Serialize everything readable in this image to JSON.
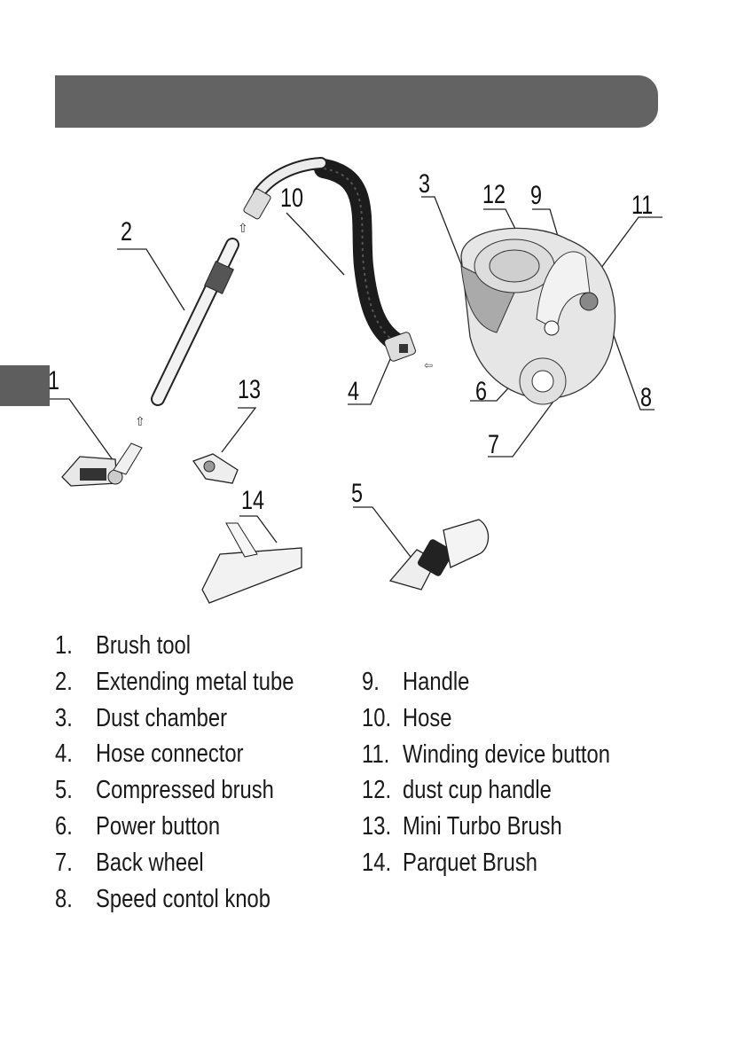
{
  "page": {
    "header_bar_color": "#636363",
    "side_tab_color": "#5e5e5e"
  },
  "callouts": [
    "1",
    "2",
    "3",
    "4",
    "5",
    "6",
    "7",
    "8",
    "9",
    "10",
    "11",
    "12",
    "13",
    "14"
  ],
  "legend": {
    "left": [
      {
        "num": "1.",
        "label": "Brush tool"
      },
      {
        "num": "2.",
        "label": "Extending metal tube"
      },
      {
        "num": "3.",
        "label": "Dust chamber"
      },
      {
        "num": "4.",
        "label": "Hose connector"
      },
      {
        "num": "5.",
        "label": "Compressed brush"
      },
      {
        "num": "6.",
        "label": "Power button"
      },
      {
        "num": "7.",
        "label": "Back wheel"
      },
      {
        "num": "8.",
        "label": "Speed contol knob"
      }
    ],
    "right": [
      {
        "num": "9.",
        "label": "Handle"
      },
      {
        "num": "10.",
        "label": "Hose"
      },
      {
        "num": "11.",
        "label": "Winding device button"
      },
      {
        "num": "12.",
        "label": "dust cup handle"
      },
      {
        "num": "13.",
        "label": "Mini Turbo Brush"
      },
      {
        "num": "14.",
        "label": "Parquet Brush"
      }
    ]
  }
}
